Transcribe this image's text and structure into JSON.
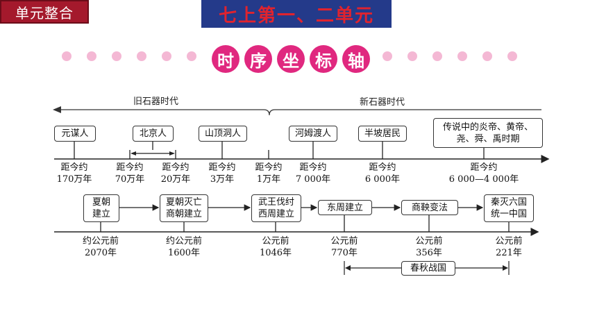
{
  "header": {
    "badge": "单元整合",
    "title": "七上第一、二单元",
    "banner": [
      "时",
      "序",
      "坐",
      "标",
      "轴"
    ]
  },
  "eras": {
    "old": "旧石器时代",
    "new": "新石器时代"
  },
  "timeline1": {
    "events": [
      "元谋人",
      "北京人",
      "山顶洞人",
      "河姆渡人",
      "半坡居民",
      "传说中的炎帝、黄帝、\n尧、舜、禹时期"
    ],
    "dates": [
      {
        "line1": "距今约",
        "line2": "170万年"
      },
      {
        "line1": "距今约",
        "line2": "70万年"
      },
      {
        "line1": "距今约",
        "line2": "20万年"
      },
      {
        "line1": "距今约",
        "line2": "3万年"
      },
      {
        "line1": "距今约",
        "line2": "1万年"
      },
      {
        "line1": "距今约",
        "line2": "7 000年"
      },
      {
        "line1": "距今约",
        "line2": "6 000年"
      },
      {
        "line1": "距今约",
        "line2": "6 000—4 000年"
      }
    ]
  },
  "timeline2": {
    "events": [
      "夏朝\n建立",
      "夏朝灭亡\n商朝建立",
      "武王伐纣\n西周建立",
      "东周建立",
      "商鞅变法",
      "秦灭六国\n统一中国"
    ],
    "dates": [
      {
        "line1": "约公元前",
        "line2": "2070年"
      },
      {
        "line1": "约公元前",
        "line2": "1600年"
      },
      {
        "line1": "公元前",
        "line2": "1046年"
      },
      {
        "line1": "公元前",
        "line2": "770年"
      },
      {
        "line1": "公元前",
        "line2": "356年"
      },
      {
        "line1": "公元前",
        "line2": "221年"
      }
    ],
    "period": "春秋战国"
  }
}
